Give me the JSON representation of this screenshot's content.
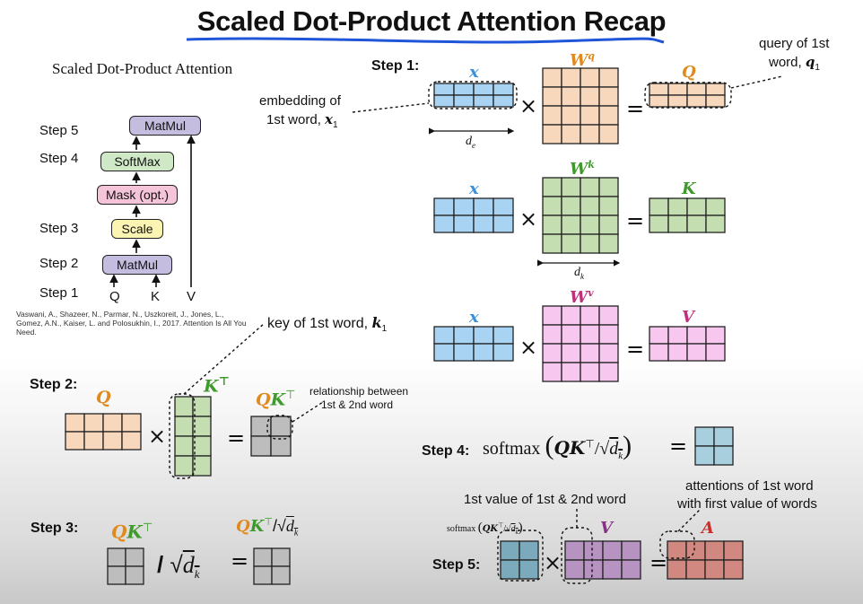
{
  "title": "Scaled Dot-Product Attention Recap",
  "colors": {
    "orange": "#f8d8bd",
    "blue": "#a9d3f3",
    "green": "#c4deb2",
    "pink": "#f7c7ef",
    "gray": "#bdbdbd",
    "softmax_blue": "#a7cfdd",
    "dark_blue": "#7aaabb",
    "dark_purple": "#b793c2",
    "dark_red": "#d08880"
  },
  "arch": {
    "caption": "Scaled Dot-Product Attention",
    "steps": [
      "Step 5",
      "Step 4",
      "Step 3",
      "Step 2",
      "Step 1"
    ],
    "boxes": {
      "matmul_top": "MatMul",
      "softmax": "SoftMax",
      "mask": "Mask (opt.)",
      "scale": "Scale",
      "matmul_bottom": "MatMul"
    },
    "inputs": [
      "Q",
      "K",
      "V"
    ],
    "citation": "Vaswani, A., Shazeer, N., Parmar, N., Uszkoreit, J., Jones, L., Gomez, A.N., Kaiser, L. and Polosukhin, I., 2017. Attention Is All You Need."
  },
  "step1": {
    "label": "Step 1:",
    "x": "x",
    "wq": "Wq",
    "wq_base": "W",
    "wq_sup": "q",
    "wk_base": "W",
    "wk_sup": "k",
    "wv_base": "W",
    "wv_sup": "v",
    "q": "Q",
    "k": "K",
    "v": "V",
    "de": "d",
    "de_sub": "e",
    "dk": "d",
    "dk_sub": "k",
    "embedding_note_1": "embedding of",
    "embedding_note_2": "1st word,",
    "embedding_sym": "x",
    "embedding_sub": "1",
    "query_note_1": "query of 1st",
    "query_note_2": "word,",
    "query_sym": "q",
    "query_sub": "1",
    "times": "×",
    "equals": "="
  },
  "step2": {
    "label": "Step 2:",
    "q": "Q",
    "kt": "K",
    "t": "⊤",
    "qkt": "QK",
    "key_note": "key of 1st word,",
    "key_sym": "k",
    "key_sub": "1",
    "rel_note_1": "relationship between",
    "rel_note_2": "1st & 2nd word"
  },
  "step3": {
    "label": "Step 3:",
    "qkt": "QK",
    "t": "⊤",
    "slash": "/",
    "sqrt": "√",
    "dk": "d",
    "dk_sub": "k"
  },
  "step4": {
    "label": "Step 4:",
    "softmax": "softmax",
    "qkt": "QK",
    "t": "⊤",
    "slash": "/",
    "sqrt": "√",
    "dk": "d",
    "dk_sub": "k",
    "equals": "="
  },
  "step5": {
    "label": "Step 5:",
    "value_note": "1st value of 1st & 2nd word",
    "attn_note_1": "attentions of 1st word",
    "attn_note_2": "with first value of words",
    "softmax": "softmax",
    "qkt": "QK",
    "t": "⊤",
    "slash": "/",
    "sqrt": "√",
    "dk": "d",
    "dk_sub": "k",
    "v": "V",
    "a": "A"
  }
}
